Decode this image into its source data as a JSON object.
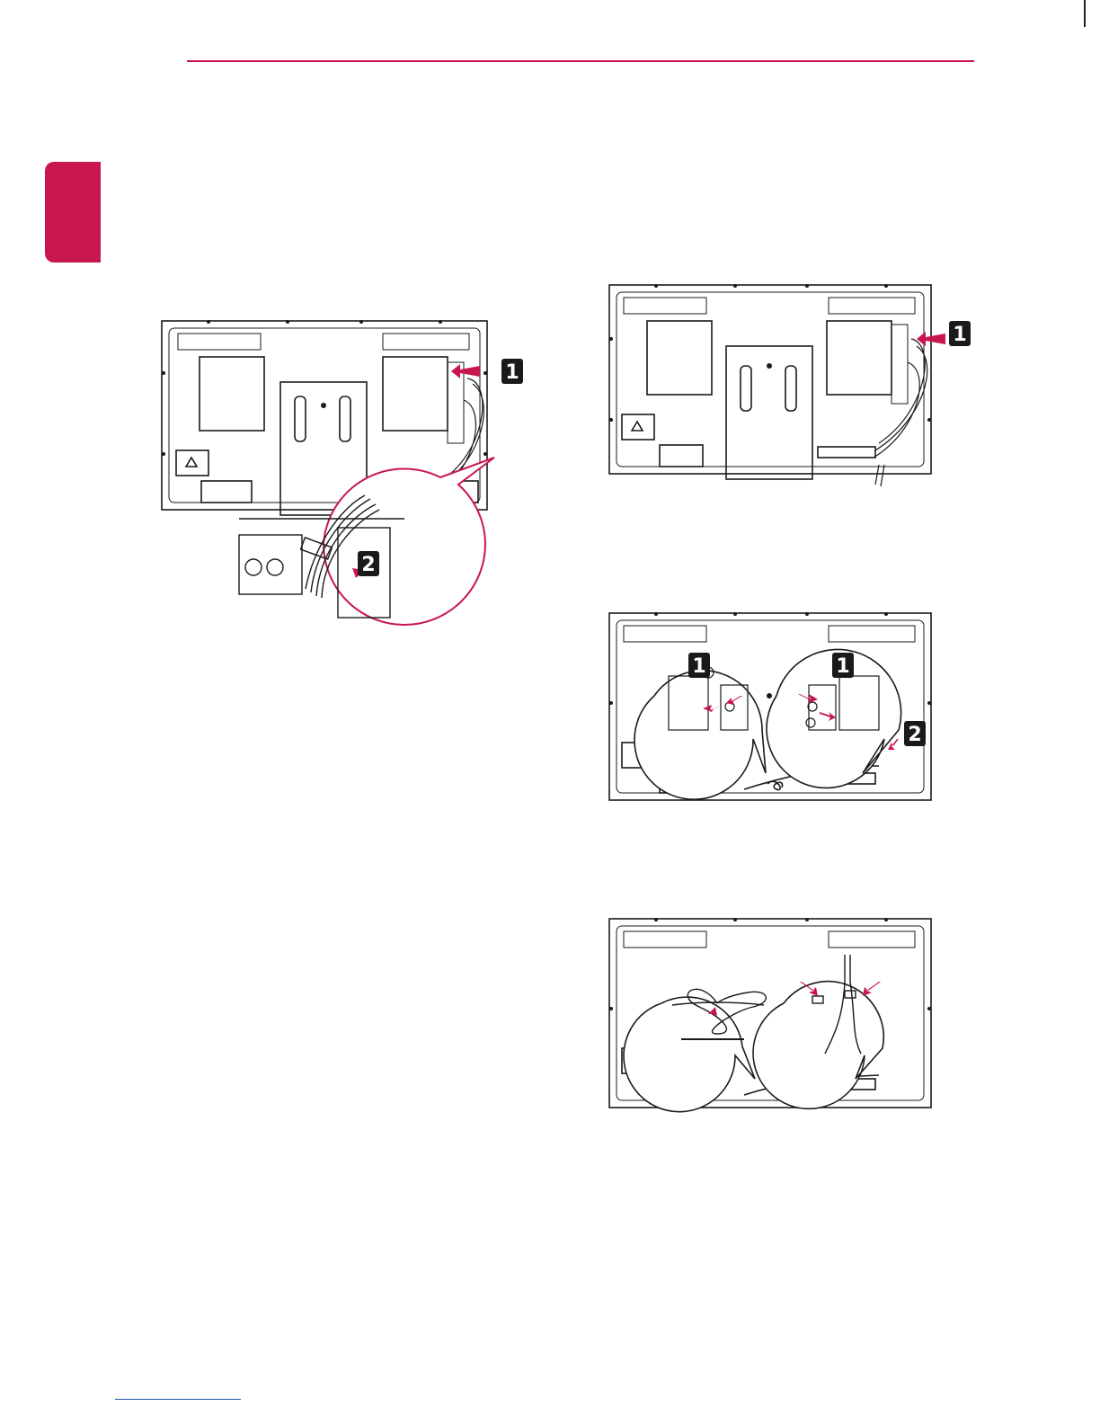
{
  "colors": {
    "accent": "#c8174f",
    "line": "#1a1a1a",
    "link_rule": "#1a55a8"
  },
  "figures": {
    "fig1": {
      "badges": [
        "1",
        "2"
      ]
    },
    "fig2": {
      "badges": [
        "1"
      ]
    },
    "fig3": {
      "badges": [
        "1",
        "1",
        "2"
      ]
    },
    "fig4": {
      "badges": []
    }
  }
}
